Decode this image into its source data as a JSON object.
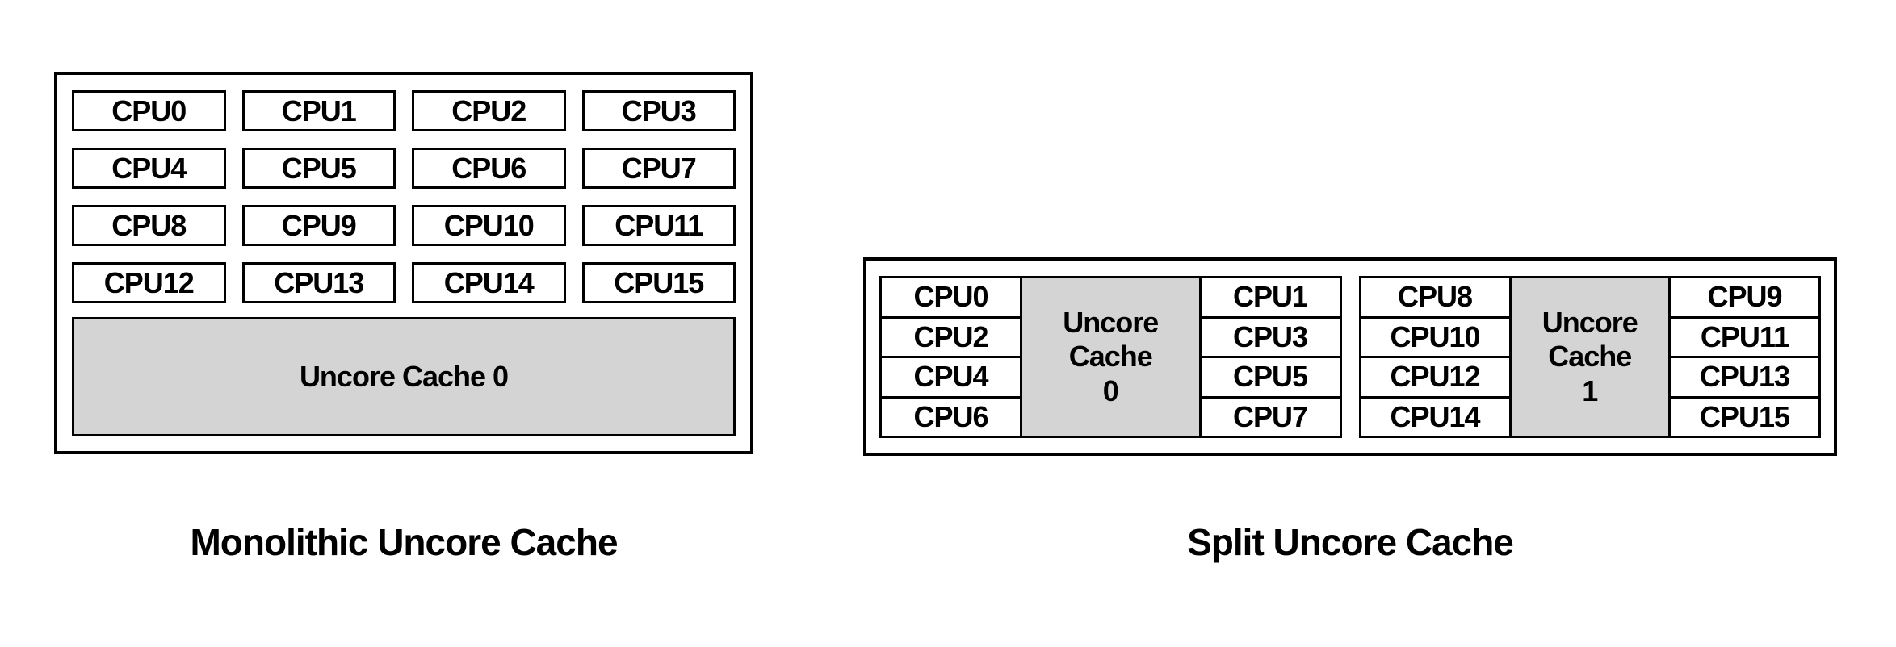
{
  "colors": {
    "cache_fill": "#d4d4d4",
    "border": "#000000",
    "background": "#ffffff"
  },
  "monolithic": {
    "caption": "Monolithic Uncore Cache",
    "cpus": [
      "CPU0",
      "CPU1",
      "CPU2",
      "CPU3",
      "CPU4",
      "CPU5",
      "CPU6",
      "CPU7",
      "CPU8",
      "CPU9",
      "CPU10",
      "CPU11",
      "CPU12",
      "CPU13",
      "CPU14",
      "CPU15"
    ],
    "cache_label": "Uncore Cache 0"
  },
  "split": {
    "caption": "Split Uncore Cache",
    "clusters": [
      {
        "left_cpus": [
          "CPU0",
          "CPU2",
          "CPU4",
          "CPU6"
        ],
        "cache": {
          "line1": "Uncore",
          "line2": "Cache",
          "line3": "0"
        },
        "right_cpus": [
          "CPU1",
          "CPU3",
          "CPU5",
          "CPU7"
        ]
      },
      {
        "left_cpus": [
          "CPU8",
          "CPU10",
          "CPU12",
          "CPU14"
        ],
        "cache": {
          "line1": "Uncore",
          "line2": "Cache",
          "line3": "1"
        },
        "right_cpus": [
          "CPU9",
          "CPU11",
          "CPU13",
          "CPU15"
        ]
      }
    ]
  }
}
